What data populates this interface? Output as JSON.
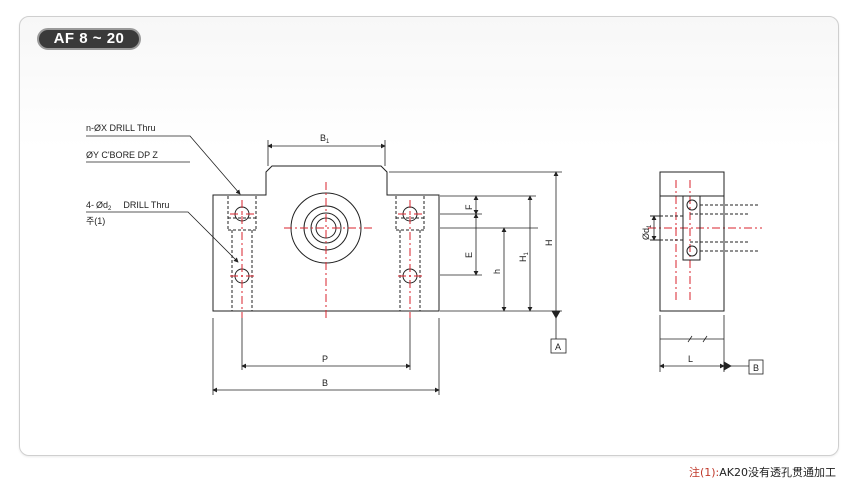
{
  "header": {
    "badge": "AF 8 ~ 20"
  },
  "callouts": {
    "drill_x": "n-ØX DRILL Thru",
    "cbore": "ØY C'BORE DP Z",
    "drill_d2_prefix": "4-",
    "drill_d2_sym": "Ød",
    "drill_d2_sub": "2",
    "drill_d2_suffix": "DRILL Thru",
    "note_ref": "주(1)"
  },
  "dimensions": {
    "B1_main": "B",
    "B1_sub": "1",
    "F": "F",
    "E": "E",
    "h": "h",
    "H1_main": "H",
    "H1_sub": "1",
    "H": "H",
    "P": "P",
    "B": "B",
    "d1_main": "Ød",
    "d1_sub": "1",
    "L": "L"
  },
  "datums": {
    "A": "A",
    "B": "B"
  },
  "footnote": {
    "prefix": "注(1):",
    "text": "AK20没有透孔贯通加工"
  },
  "colors": {
    "centerline": "#d9232d",
    "outline": "#222222",
    "badge_bg": "#3a3a3a"
  }
}
